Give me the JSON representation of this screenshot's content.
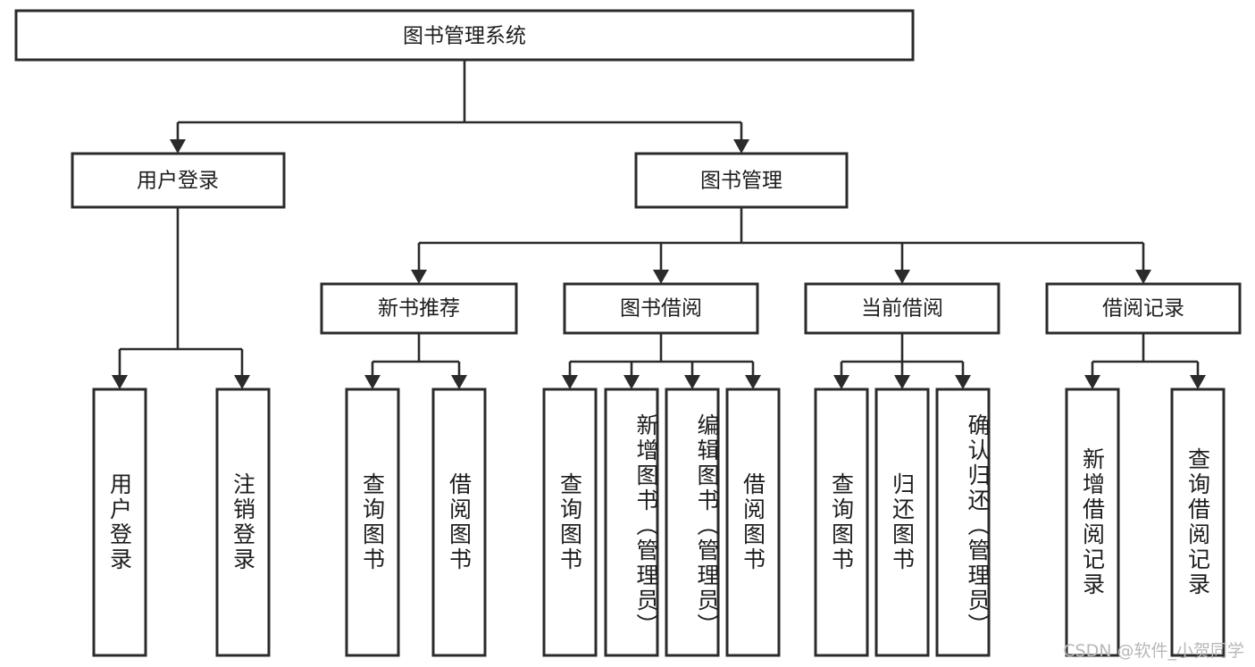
{
  "diagram": {
    "type": "tree-hierarchy-chart",
    "title": "图书管理系统",
    "root": {
      "id": "root",
      "label": "图书管理系统"
    },
    "level2": [
      {
        "id": "user-login",
        "label": "用户登录"
      },
      {
        "id": "book-manage",
        "label": "图书管理"
      }
    ],
    "level3": [
      {
        "id": "new-book-recommend",
        "label": "新书推荐"
      },
      {
        "id": "book-borrow",
        "label": "图书借阅"
      },
      {
        "id": "current-borrow",
        "label": "当前借阅"
      },
      {
        "id": "borrow-record",
        "label": "借阅记录"
      }
    ],
    "leaves": {
      "user-login": [
        {
          "id": "leaf-user-login",
          "label": "用户登录"
        },
        {
          "id": "leaf-logout-login",
          "label": "注销登录"
        }
      ],
      "new-book-recommend": [
        {
          "id": "leaf-query-book-1",
          "label": "查询图书"
        },
        {
          "id": "leaf-borrow-book-1",
          "label": "借阅图书"
        }
      ],
      "book-borrow": [
        {
          "id": "leaf-query-book-2",
          "label": "查询图书"
        },
        {
          "id": "leaf-add-book",
          "label": "新增图书（管理员）"
        },
        {
          "id": "leaf-edit-book",
          "label": "编辑图书（管理员）"
        },
        {
          "id": "leaf-borrow-book-2",
          "label": "借阅图书"
        }
      ],
      "current-borrow": [
        {
          "id": "leaf-query-book-3",
          "label": "查询图书"
        },
        {
          "id": "leaf-return-book",
          "label": "归还图书"
        },
        {
          "id": "leaf-confirm-return",
          "label": "确认归还（管理员）"
        }
      ],
      "borrow-record": [
        {
          "id": "leaf-add-borrow-record",
          "label": "新增借阅记录"
        },
        {
          "id": "leaf-query-borrow-record",
          "label": "查询借阅记录"
        }
      ]
    }
  },
  "watermark": {
    "text": "CSDN @软件_小贺同学"
  },
  "colors": {
    "box_stroke": "#2b2b2b",
    "box_fill": "#ffffff",
    "connector": "#2b2b2b",
    "text": "#1d1d1d",
    "watermark": "#b8b8b8",
    "background": "#ffffff"
  }
}
